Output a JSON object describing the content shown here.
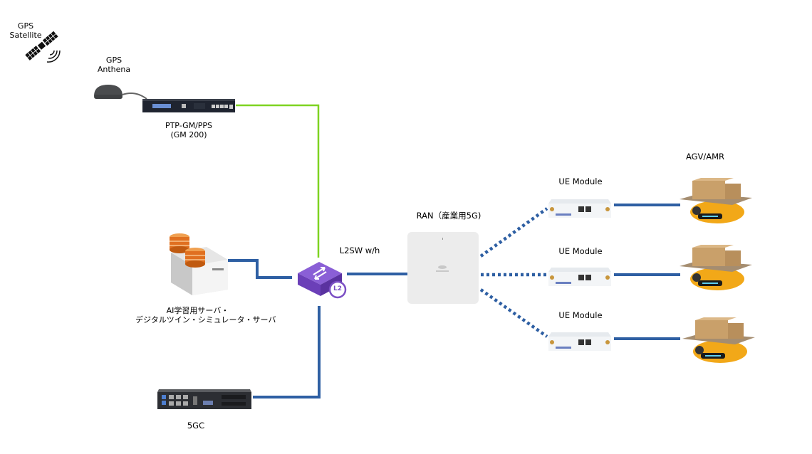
{
  "diagram": {
    "nodes": {
      "gps_satellite": {
        "label_line1": "GPS",
        "label_line2": "Satellite",
        "icon": "satellite-icon"
      },
      "gps_antenna": {
        "label_line1": "GPS",
        "label_line2": "Anthena",
        "icon": "gps-antenna-icon"
      },
      "ptp_gm": {
        "label_line1": "PTP-GM/PPS",
        "label_line2": "(GM 200)",
        "icon": "rack-appliance-icon"
      },
      "ai_server": {
        "label_line1": "AI学習用サーバ・",
        "label_line2": "デジタルツイン・シミュレータ・サーバ",
        "icon": "database-server-icon"
      },
      "l2sw": {
        "label": "L2SW w/h",
        "badge": "L2",
        "icon": "l2-switch-icon"
      },
      "core_5gc": {
        "label": "5GC",
        "icon": "server-chassis-icon"
      },
      "ran": {
        "label": "RAN（産業用5G)",
        "icon": "access-point-icon"
      },
      "ue_modules": [
        {
          "label": "UE Module",
          "icon": "ue-router-icon"
        },
        {
          "label": "UE Module",
          "icon": "ue-router-icon"
        },
        {
          "label": "UE Module",
          "icon": "ue-router-icon"
        }
      ],
      "agv": {
        "label": "AGV/AMR",
        "icon": "agv-robot-icon",
        "count": 3
      }
    },
    "links": [
      {
        "from": "ptp_gm",
        "to": "l2sw",
        "type": "wired",
        "color": "#7ed321"
      },
      {
        "from": "ai_server",
        "to": "l2sw",
        "type": "wired",
        "color": "#2e5fa3"
      },
      {
        "from": "core_5gc",
        "to": "l2sw",
        "type": "wired",
        "color": "#2e5fa3"
      },
      {
        "from": "l2sw",
        "to": "ran",
        "type": "wired",
        "color": "#2e5fa3"
      },
      {
        "from": "ran",
        "to": "ue_module_1",
        "type": "wireless",
        "color": "#2e5fa3"
      },
      {
        "from": "ran",
        "to": "ue_module_2",
        "type": "wireless",
        "color": "#2e5fa3"
      },
      {
        "from": "ran",
        "to": "ue_module_3",
        "type": "wireless",
        "color": "#2e5fa3"
      },
      {
        "from": "ue_module_1",
        "to": "agv_1",
        "type": "wired",
        "color": "#2e5fa3"
      },
      {
        "from": "ue_module_2",
        "to": "agv_2",
        "type": "wired",
        "color": "#2e5fa3"
      },
      {
        "from": "ue_module_3",
        "to": "agv_3",
        "type": "wired",
        "color": "#2e5fa3"
      }
    ],
    "colors": {
      "sync_link": "#7ed321",
      "data_link": "#2e5fa3",
      "switch": "#7b4fc4"
    }
  }
}
